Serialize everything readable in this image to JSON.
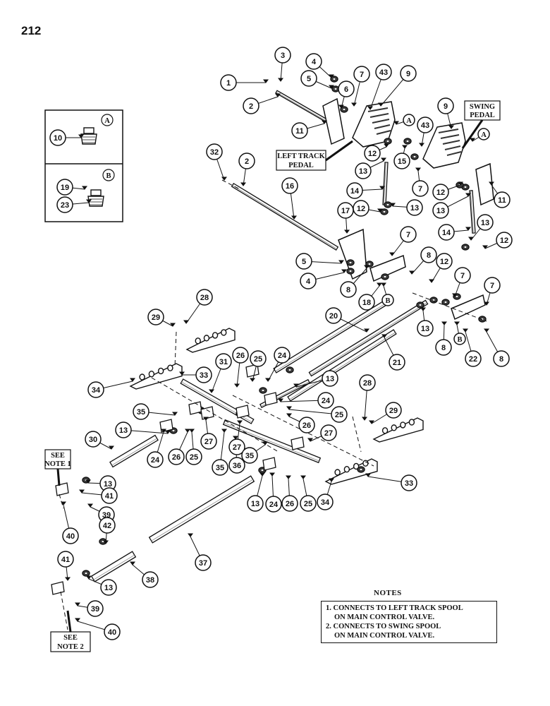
{
  "page": {
    "number": "212"
  },
  "labels": {
    "swing_pedal": [
      "SWING",
      "PEDAL"
    ],
    "left_track_pedal": [
      "LEFT TRACK",
      "PEDAL"
    ],
    "see_note_1": [
      "SEE",
      "NOTE 1"
    ],
    "see_note_2": [
      "SEE",
      "NOTE 2"
    ]
  },
  "inset": [
    {
      "letter": "A",
      "parts": [
        "10"
      ]
    },
    {
      "letter": "B",
      "parts": [
        "19",
        "23"
      ]
    }
  ],
  "callouts": [
    "1",
    "2",
    "3",
    "4",
    "5",
    "6",
    "7",
    "8",
    "9",
    "10",
    "11",
    "12",
    "13",
    "14",
    "15",
    "16",
    "17",
    "18",
    "19",
    "20",
    "21",
    "22",
    "23",
    "24",
    "25",
    "26",
    "27",
    "28",
    "29",
    "30",
    "31",
    "32",
    "33",
    "34",
    "35",
    "36",
    "37",
    "38",
    "39",
    "40",
    "41",
    "42",
    "43",
    "A",
    "B"
  ],
  "notes": {
    "title": "NOTES",
    "items": [
      {
        "line1": "1. CONNECTS TO LEFT TRACK SPOOL",
        "line2": "ON MAIN CONTROL VALVE."
      },
      {
        "line1": "2. CONNECTS TO SWING SPOOL",
        "line2": "ON MAIN CONTROL VALVE."
      }
    ]
  }
}
